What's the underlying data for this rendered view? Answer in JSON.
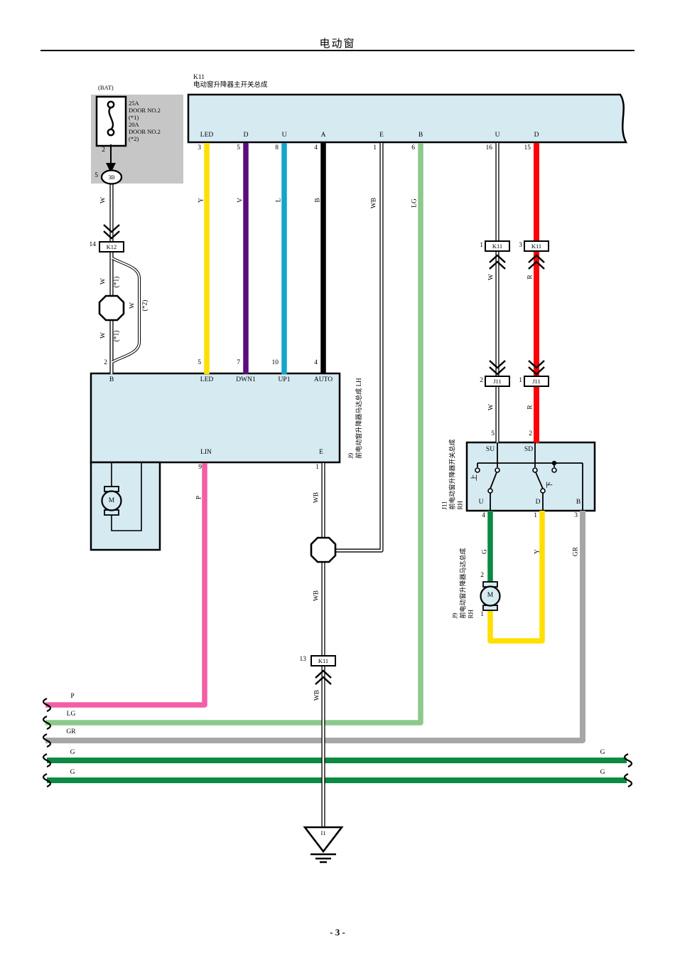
{
  "page": {
    "title": "电动窗",
    "number": "- 3 -"
  },
  "colors": {
    "block_fill": "#d6eaf2",
    "panel": "#c6c6c6",
    "yellow": "#ffdf00",
    "violet": "#5a0d7d",
    "light_blue": "#12a5c9",
    "black": "#000000",
    "light_green": "#8cc98c",
    "red": "#fb0207",
    "pink": "#f25fa7",
    "dark_green": "#0a8a42",
    "gray": "#a6a6a6"
  },
  "battery": {
    "label": "(BAT)",
    "fuse_lines": [
      "25A",
      "DOOR NO.2",
      "(*1)",
      "20A",
      "DOOR NO.2",
      "(*2)"
    ],
    "pin": "2",
    "splice_num": "5",
    "splice": "3B"
  },
  "main_switch": {
    "id": "K11",
    "name": "电动窗升降器主开关总成",
    "pin_labels": [
      "LED",
      "D",
      "U",
      "A",
      "E",
      "B",
      "U",
      "D"
    ],
    "pin_nums": [
      "3",
      "5",
      "8",
      "4",
      "1",
      "6",
      "16",
      "15"
    ]
  },
  "wire_labels": {
    "y": "Y",
    "v": "V",
    "l": "L",
    "b": "B",
    "wb": "WB",
    "lg": "LG",
    "w": "W",
    "r": "R",
    "p": "P",
    "g": "G",
    "gr": "GR"
  },
  "notes": {
    "star1": "(*1)",
    "star2": "(*2)"
  },
  "left_branch": {
    "conn_num": "14",
    "conn": "K12"
  },
  "lh_unit": {
    "id": "J9",
    "name": "前电动窗升降器马达总成 LH",
    "motor": "M",
    "top_nums": [
      "2",
      "5",
      "7",
      "10",
      "4"
    ],
    "top_labels": [
      "B",
      "LED",
      "DWN1",
      "UP1",
      "AUTO"
    ],
    "bottom_nums": [
      "9",
      "1"
    ],
    "bottom_labels": [
      "LIN",
      "E"
    ]
  },
  "right_links": {
    "top_w_num": "1",
    "top_w": "K11",
    "top_r_num": "3",
    "top_r": "K11",
    "bot_w_num": "2",
    "bot_w": "J11",
    "bot_r_num": "1",
    "bot_r": "J11"
  },
  "rh_switch": {
    "id": "J11",
    "name": "前电动窗升降器开关总成",
    "side": "RH",
    "num_su": "5",
    "num_sd": "2",
    "su": "SU",
    "sd": "SD",
    "up": "上",
    "down": "下",
    "u": "U",
    "d": "D",
    "b": "B",
    "num_u": "4",
    "num_d": "1",
    "num_b": "3"
  },
  "rh_motor": {
    "id": "J9",
    "name": "前电动窗升降器马达总成",
    "side": "RH",
    "motor": "M",
    "num_top": "2",
    "num_bottom": "1"
  },
  "trunk": {
    "conn_num": "13",
    "conn": "K11",
    "ground": "I1"
  }
}
